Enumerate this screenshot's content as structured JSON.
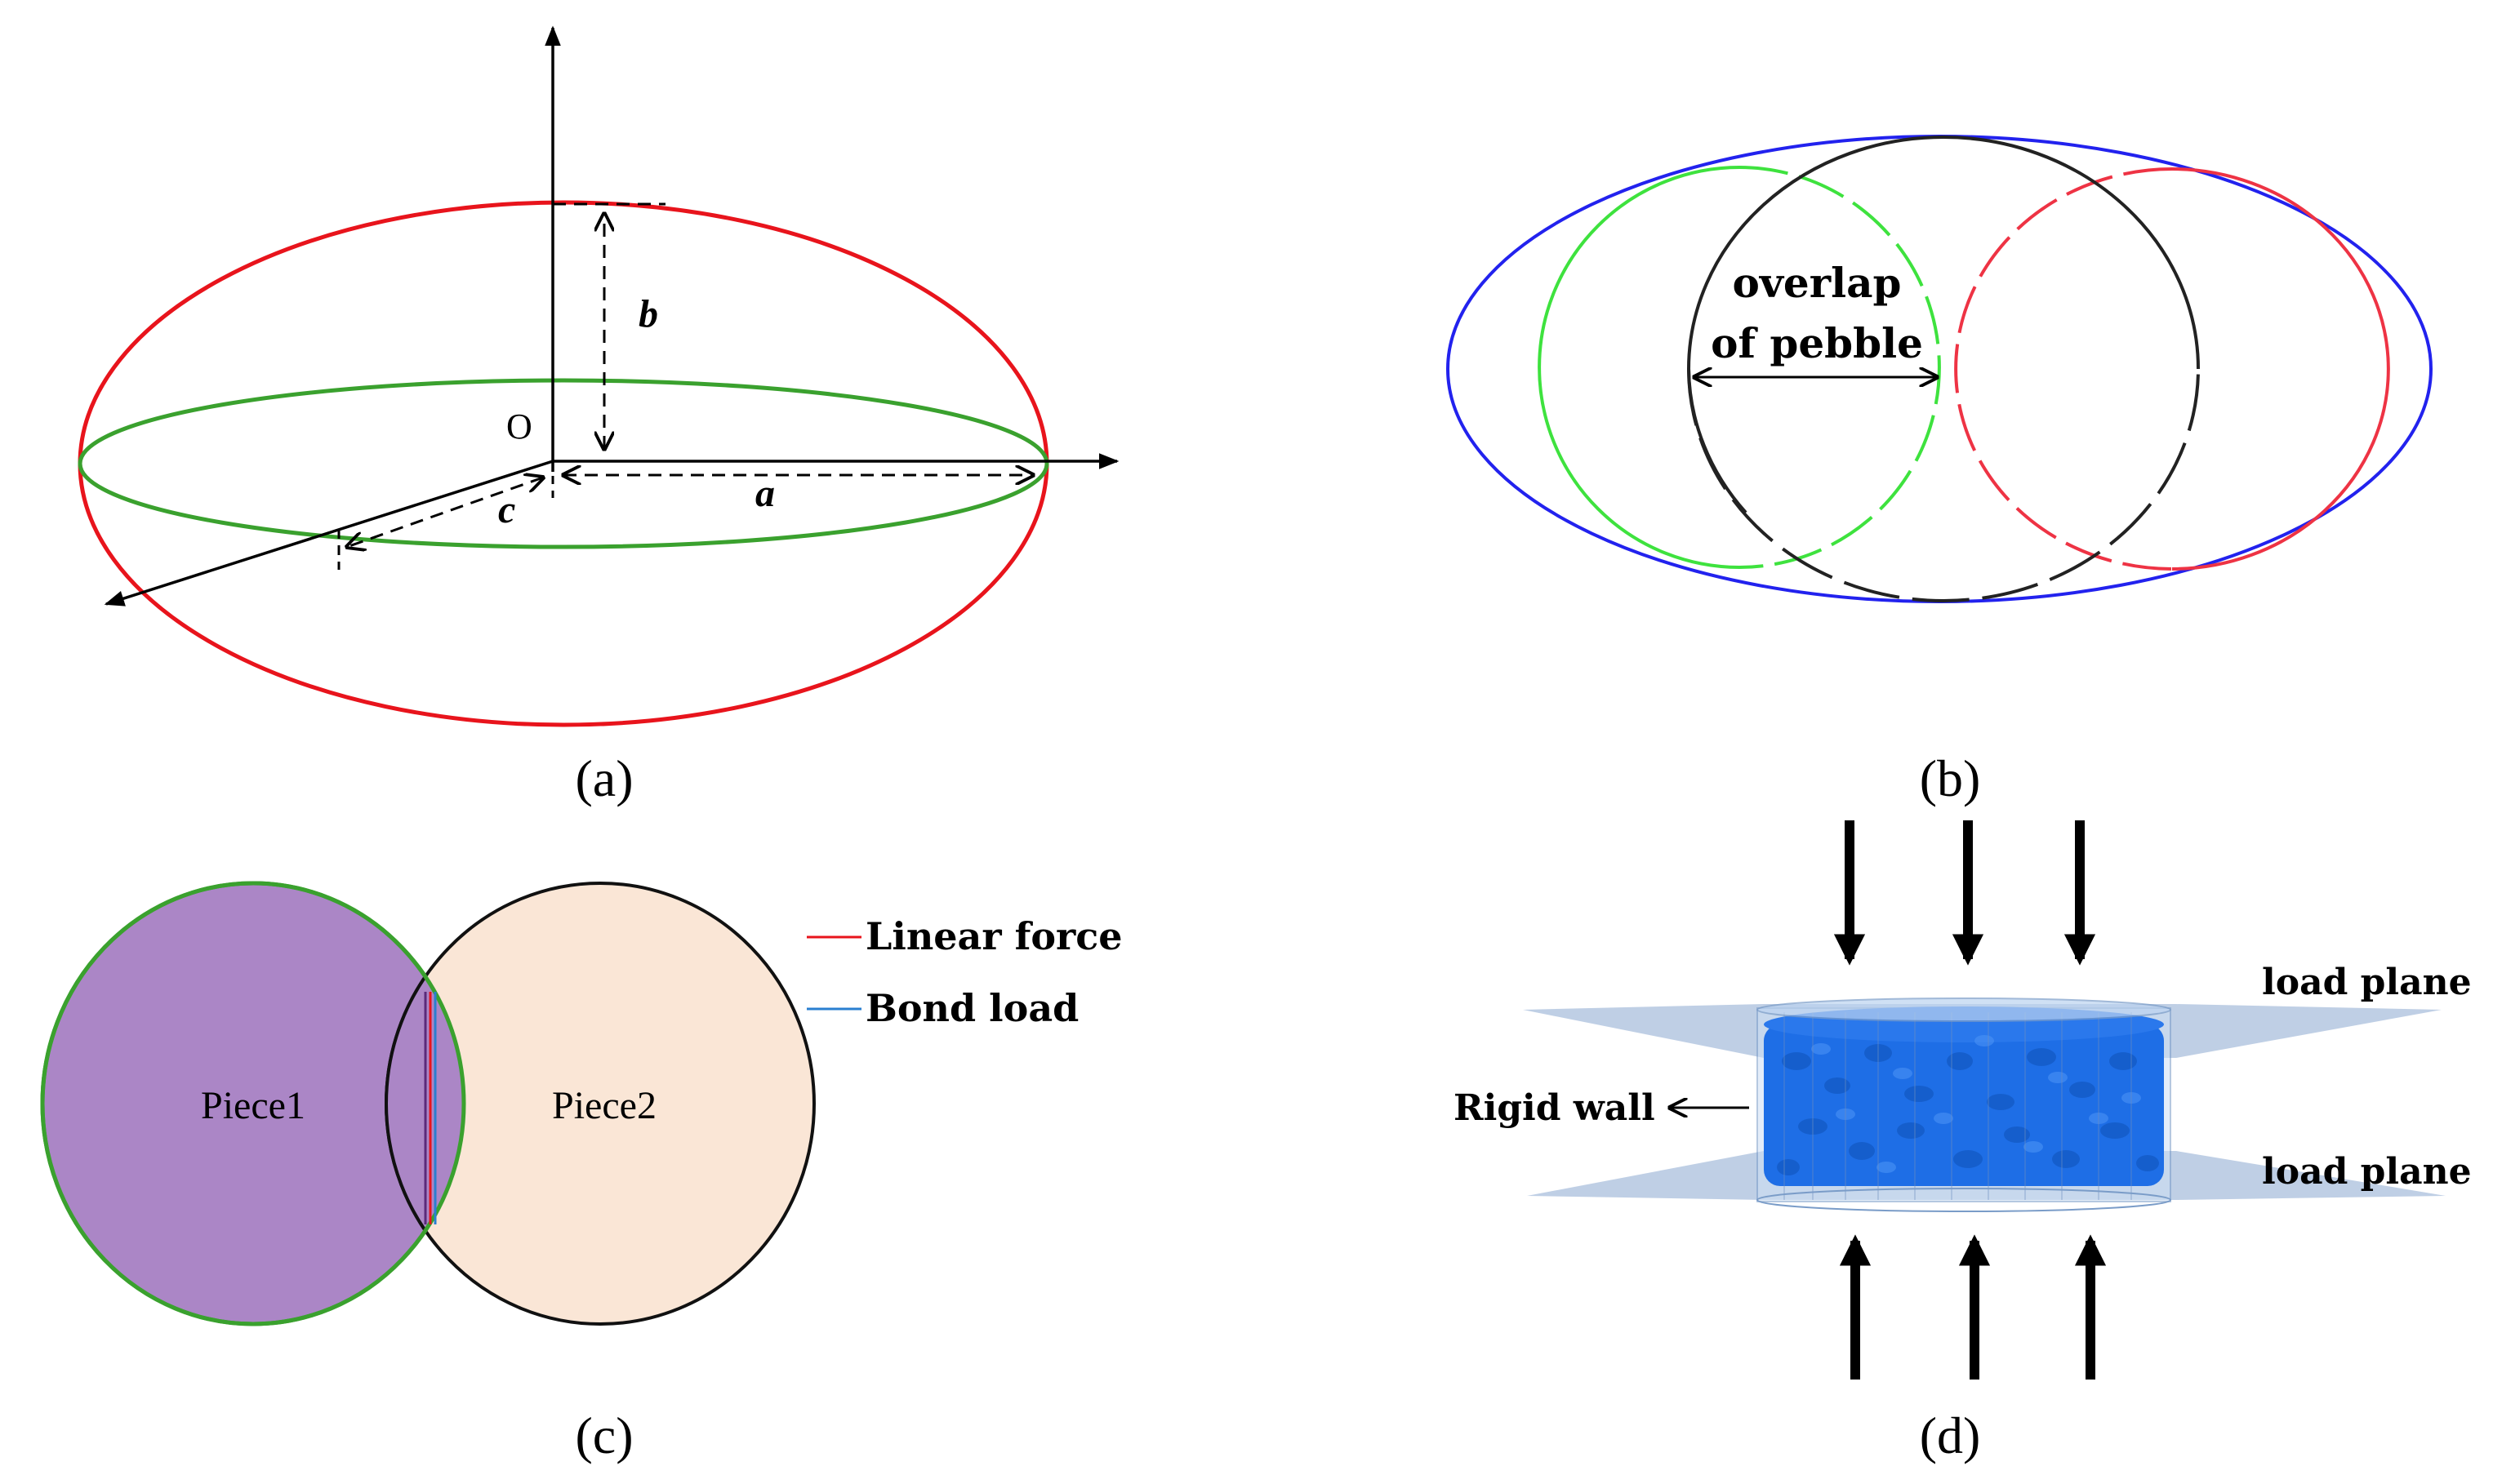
{
  "panel_a": {
    "caption": "(a)",
    "origin_label": "O",
    "axis_a_label": "a",
    "axis_b_label": "b",
    "axis_c_label": "c",
    "colors": {
      "outer_ellipsoid": "#e8141c",
      "equator": "#3aa12e",
      "lines": "#000000"
    }
  },
  "panel_b": {
    "caption": "(b)",
    "overlap_line1": "overlap",
    "overlap_line2": "of pebble",
    "colors": {
      "envelope": "#2222ee",
      "left_pebble": "#3ee23e",
      "middle_pebble": "#222222",
      "right_pebble": "#ee3344"
    }
  },
  "panel_c": {
    "caption": "(c)",
    "piece1_label": "Piece1",
    "piece2_label": "Piece2",
    "legend": [
      {
        "label": "Linear force",
        "color": "#e8141c"
      },
      {
        "label": "Bond load",
        "color": "#2a7fd0"
      }
    ],
    "colors": {
      "piece1_fill": "#ab86c6",
      "piece1_stroke": "#3aa12e",
      "piece2_fill": "#fae6d6",
      "piece2_stroke": "#111111"
    }
  },
  "panel_d": {
    "caption": "(d)",
    "rigid_wall_label": "Rigid wall",
    "load_plane_top_label": "load plane",
    "load_plane_bottom_label": "load plane",
    "colors": {
      "plane": "#a9bfdc",
      "pebbles": "#1e6ee6",
      "cylinder": "#8fb3e6"
    }
  }
}
